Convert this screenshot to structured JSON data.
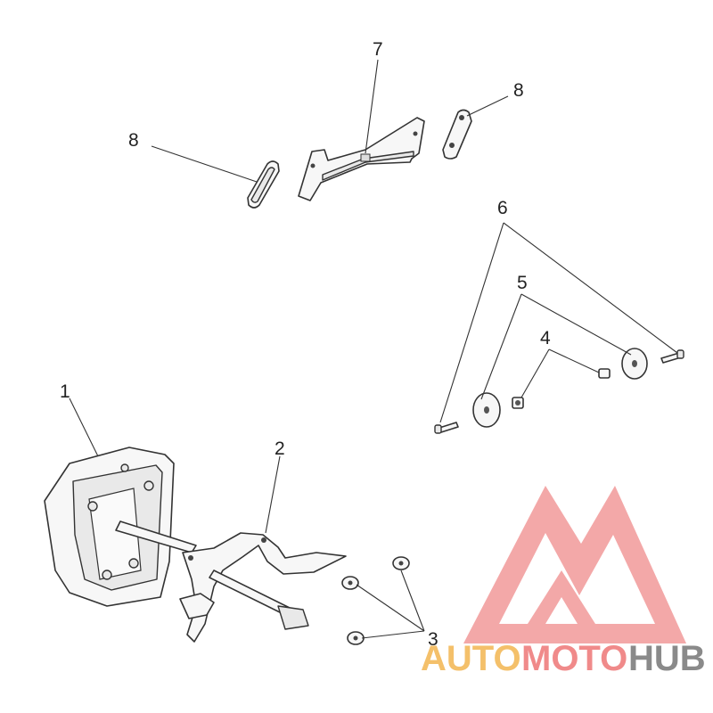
{
  "callouts": {
    "c1": "1",
    "c2": "2",
    "c3": "3",
    "c4": "4",
    "c5": "5",
    "c6": "6",
    "c7": "7",
    "c8a": "8",
    "c8b": "8"
  },
  "watermark": {
    "part1": "AUTO",
    "part2": "MOTO",
    "part3": "HUB",
    "colors": {
      "auto": "#f4c06a",
      "moto": "#f08a8a",
      "hub": "#8a8a8a",
      "logo": "#f19a9a"
    }
  }
}
